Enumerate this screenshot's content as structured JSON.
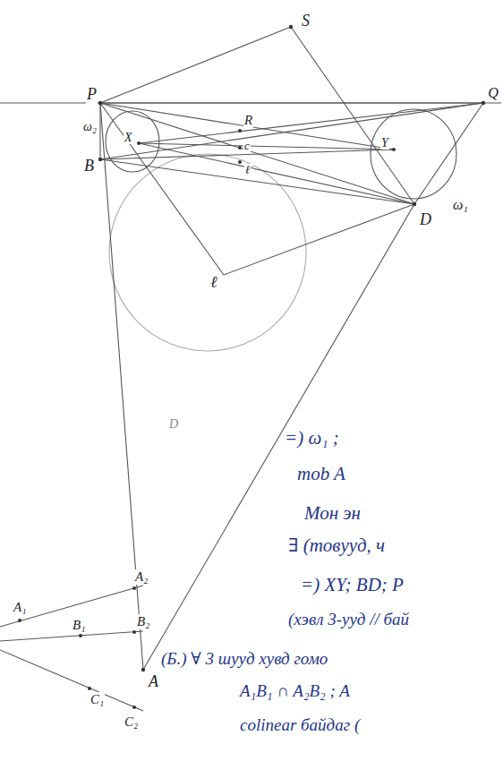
{
  "diagram": {
    "labels": [
      "S",
      "P",
      "Q",
      "R",
      "X",
      "Y",
      "c",
      "ℓ'",
      "ω₂",
      "B",
      "ω₁",
      "D",
      "ℓ",
      "D",
      "A",
      "A₁",
      "A₂",
      "B₁",
      "B₂",
      "C₁",
      "C₂",
      "=) ω₁ ;",
      "mob A",
      "Мон эн",
      "∃ (товууд, ч",
      "=) XY; BD; P",
      "(хэвл 3-ууд // бай",
      "(Б.) ∀ 3 шууд хувд гомо",
      "A₁B₁ ∩ A₂B₂ ; A",
      "colinear байдаг ("
    ]
  }
}
